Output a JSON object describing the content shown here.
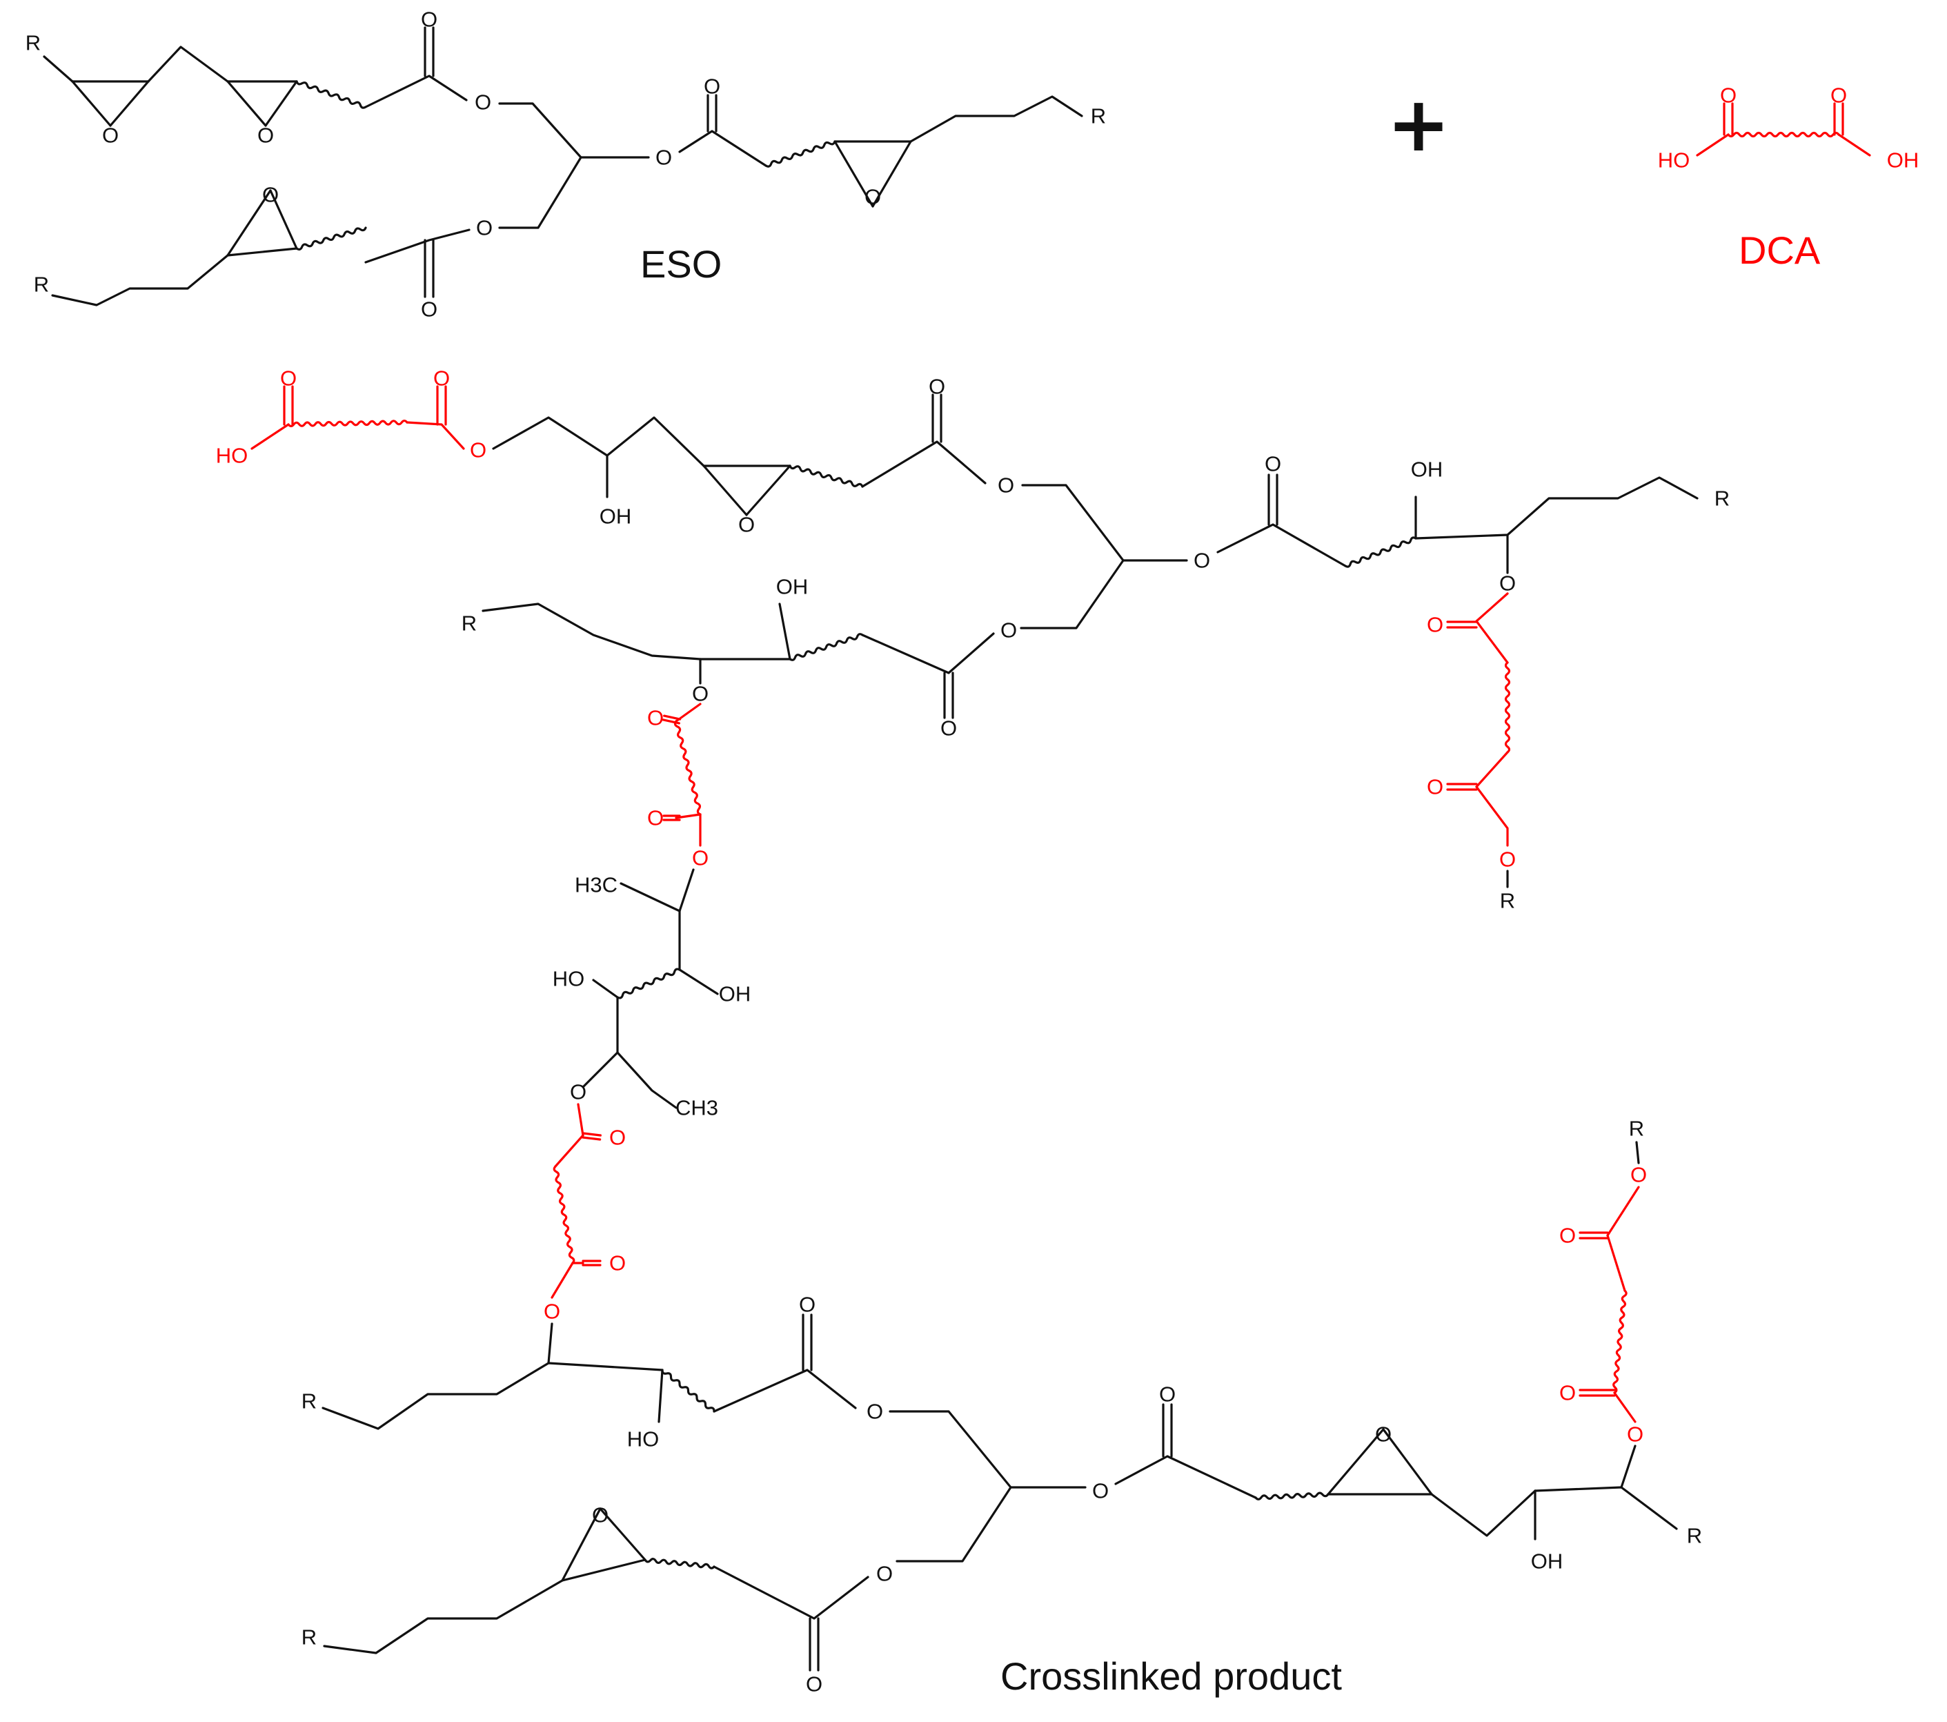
{
  "labels": {
    "eso": "ESO",
    "dca": "DCA",
    "plus": "+",
    "product": "Crosslinked product"
  },
  "atoms": {
    "r": "R",
    "o": "O",
    "oh": "OH",
    "ho": "HO",
    "h3c": "H3C",
    "ch3": "CH3"
  },
  "colors": {
    "bond": "#111111",
    "dca": "#ff0000",
    "background": "#ffffff"
  }
}
